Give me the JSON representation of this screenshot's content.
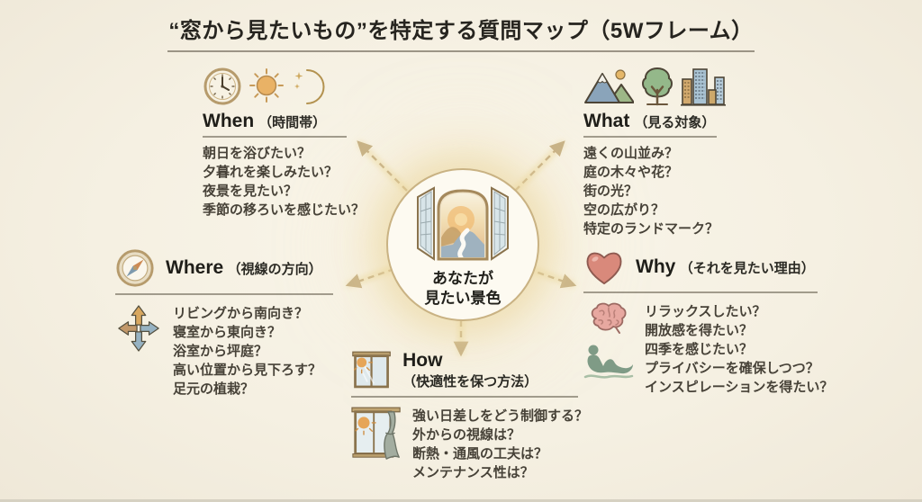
{
  "title": "“窓から見たいもの”を特定する質問マップ（5Wフレーム）",
  "center": {
    "icon": "open-window-scenery-icon",
    "line1": "あなたが",
    "line2": "見たい景色"
  },
  "sections": {
    "when": {
      "label": "When",
      "sublabel": "（時間帯）",
      "icons": [
        "clock-icon",
        "sun-icon",
        "moon-icon"
      ],
      "items": [
        "朝日を浴びたい？",
        "夕暮れを楽しみたい？",
        "夜景を見たい？",
        "季節の移ろいを感じたい？"
      ]
    },
    "what": {
      "label": "What",
      "sublabel": "（見る対象）",
      "icons": [
        "mountains-icon",
        "tree-icon",
        "city-buildings-icon"
      ],
      "items": [
        "遠くの山並み？",
        "庭の木々や花？",
        "街の光？",
        "空の広がり？",
        "特定のランドマーク？"
      ]
    },
    "where": {
      "label": "Where",
      "sublabel": "（視線の方向）",
      "icons": [
        "compass-icon",
        "direction-arrows-icon"
      ],
      "items": [
        "リビングから南向き？",
        "寝室から東向き？",
        "浴室から坪庭？",
        "高い位置から見下ろす？",
        "足元の植栽？"
      ]
    },
    "why": {
      "label": "Why",
      "sublabel": "（それを見たい理由）",
      "icons": [
        "heart-icon",
        "brain-icon",
        "relaxing-person-icon"
      ],
      "items": [
        "リラックスしたい？",
        "開放感を得たい？",
        "四季を感じたい？",
        "プライバシーを確保しつつ？",
        "インスピレーションを得たい？"
      ]
    },
    "how": {
      "label": "How",
      "sublabel": "（快適性を保つ方法）",
      "icons": [
        "window-sunlight-icon",
        "window-curtain-icon"
      ],
      "items": [
        "強い日差しをどう制御する？",
        "外からの視線は？",
        "断熱・通風の工夫は？",
        "メンテナンス性は？"
      ]
    }
  },
  "colors": {
    "background": "#f5f0e2",
    "accent_gold": "#c9b283",
    "arrow": "#c6b084",
    "heading_text": "#1f1e19",
    "item_text": "#474238",
    "rule": "#7d7667"
  }
}
